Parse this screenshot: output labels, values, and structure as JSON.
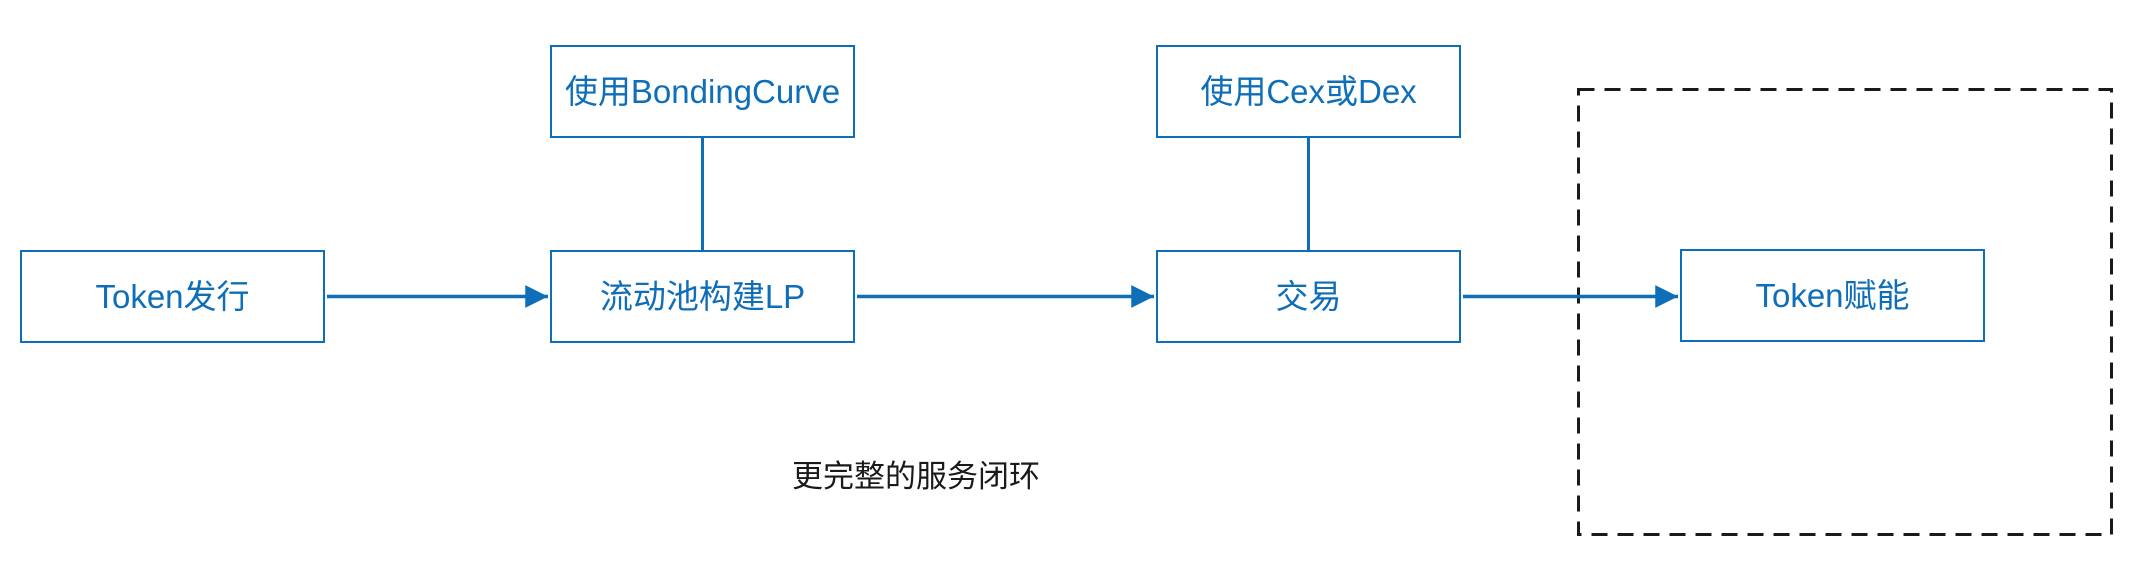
{
  "diagram": {
    "caption": "更完整的服务闭环",
    "colors": {
      "accent": "#0e6eb8",
      "dashed_group_border": "#1a1a1a",
      "background": "#ffffff"
    },
    "nodes": [
      {
        "id": "token-issuance",
        "label": "Token发行"
      },
      {
        "id": "bonding-curve",
        "label": "使用BondingCurve"
      },
      {
        "id": "liquidity-pool-lp",
        "label": "流动池构建LP"
      },
      {
        "id": "cex-or-dex",
        "label": "使用Cex或Dex"
      },
      {
        "id": "trading",
        "label": "交易"
      },
      {
        "id": "token-empowerment",
        "label": "Token赋能"
      }
    ],
    "edges": [
      {
        "from": "token-issuance",
        "to": "liquidity-pool-lp",
        "style": "arrow"
      },
      {
        "from": "liquidity-pool-lp",
        "to": "trading",
        "style": "arrow"
      },
      {
        "from": "trading",
        "to": "token-empowerment",
        "style": "arrow"
      },
      {
        "from": "bonding-curve",
        "to": "liquidity-pool-lp",
        "style": "plain-line"
      },
      {
        "from": "cex-or-dex",
        "to": "trading",
        "style": "plain-line"
      }
    ],
    "groups": [
      {
        "id": "empowerment-group",
        "contains": [
          "token-empowerment"
        ],
        "border": "dashed"
      }
    ]
  }
}
